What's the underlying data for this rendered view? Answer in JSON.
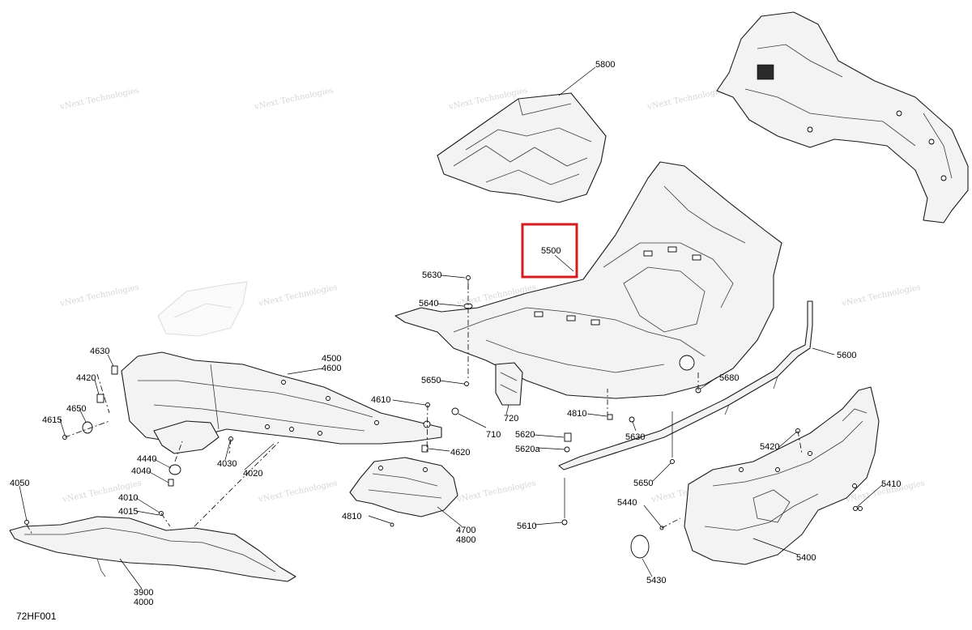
{
  "document_code": "72HF001",
  "watermark": "vNext Technologies",
  "highlight_color": "#d21e1e",
  "highlighted_part": "5500",
  "callouts": {
    "c5800": "5800",
    "c5500": "5500",
    "c5630a": "5630",
    "c5640": "5640",
    "c5650a": "5650",
    "c5600": "5600",
    "c5680": "5680",
    "c710": "710",
    "c720": "720",
    "c4810a": "4810",
    "c5630b": "5630",
    "c5620": "5620",
    "c5620a": "5620a",
    "c5650b": "5650",
    "c5610": "5610",
    "c4630": "4630",
    "c4420": "4420",
    "c4650": "4650",
    "c4615": "4615",
    "c4500": "4500",
    "c4600": "4600",
    "c4610": "4610",
    "c4620": "4620",
    "c4440": "4440",
    "c4040": "4040",
    "c4030": "4030",
    "c4020": "4020",
    "c4050": "4050",
    "c4010": "4010",
    "c4015": "4015",
    "c3900": "3900",
    "c4000": "4000",
    "c4810b": "4810",
    "c4700": "4700",
    "c4800": "4800",
    "c5420": "5420",
    "c5410": "5410",
    "c5440": "5440",
    "c5400": "5400",
    "c5430": "5430"
  }
}
